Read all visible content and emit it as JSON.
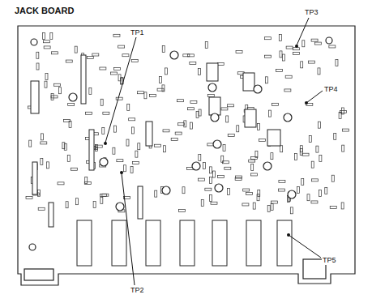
{
  "diagram": {
    "title": "JACK BOARD",
    "labels": [
      "TP1",
      "TP2",
      "TP3",
      "TP4",
      "TP5"
    ]
  }
}
